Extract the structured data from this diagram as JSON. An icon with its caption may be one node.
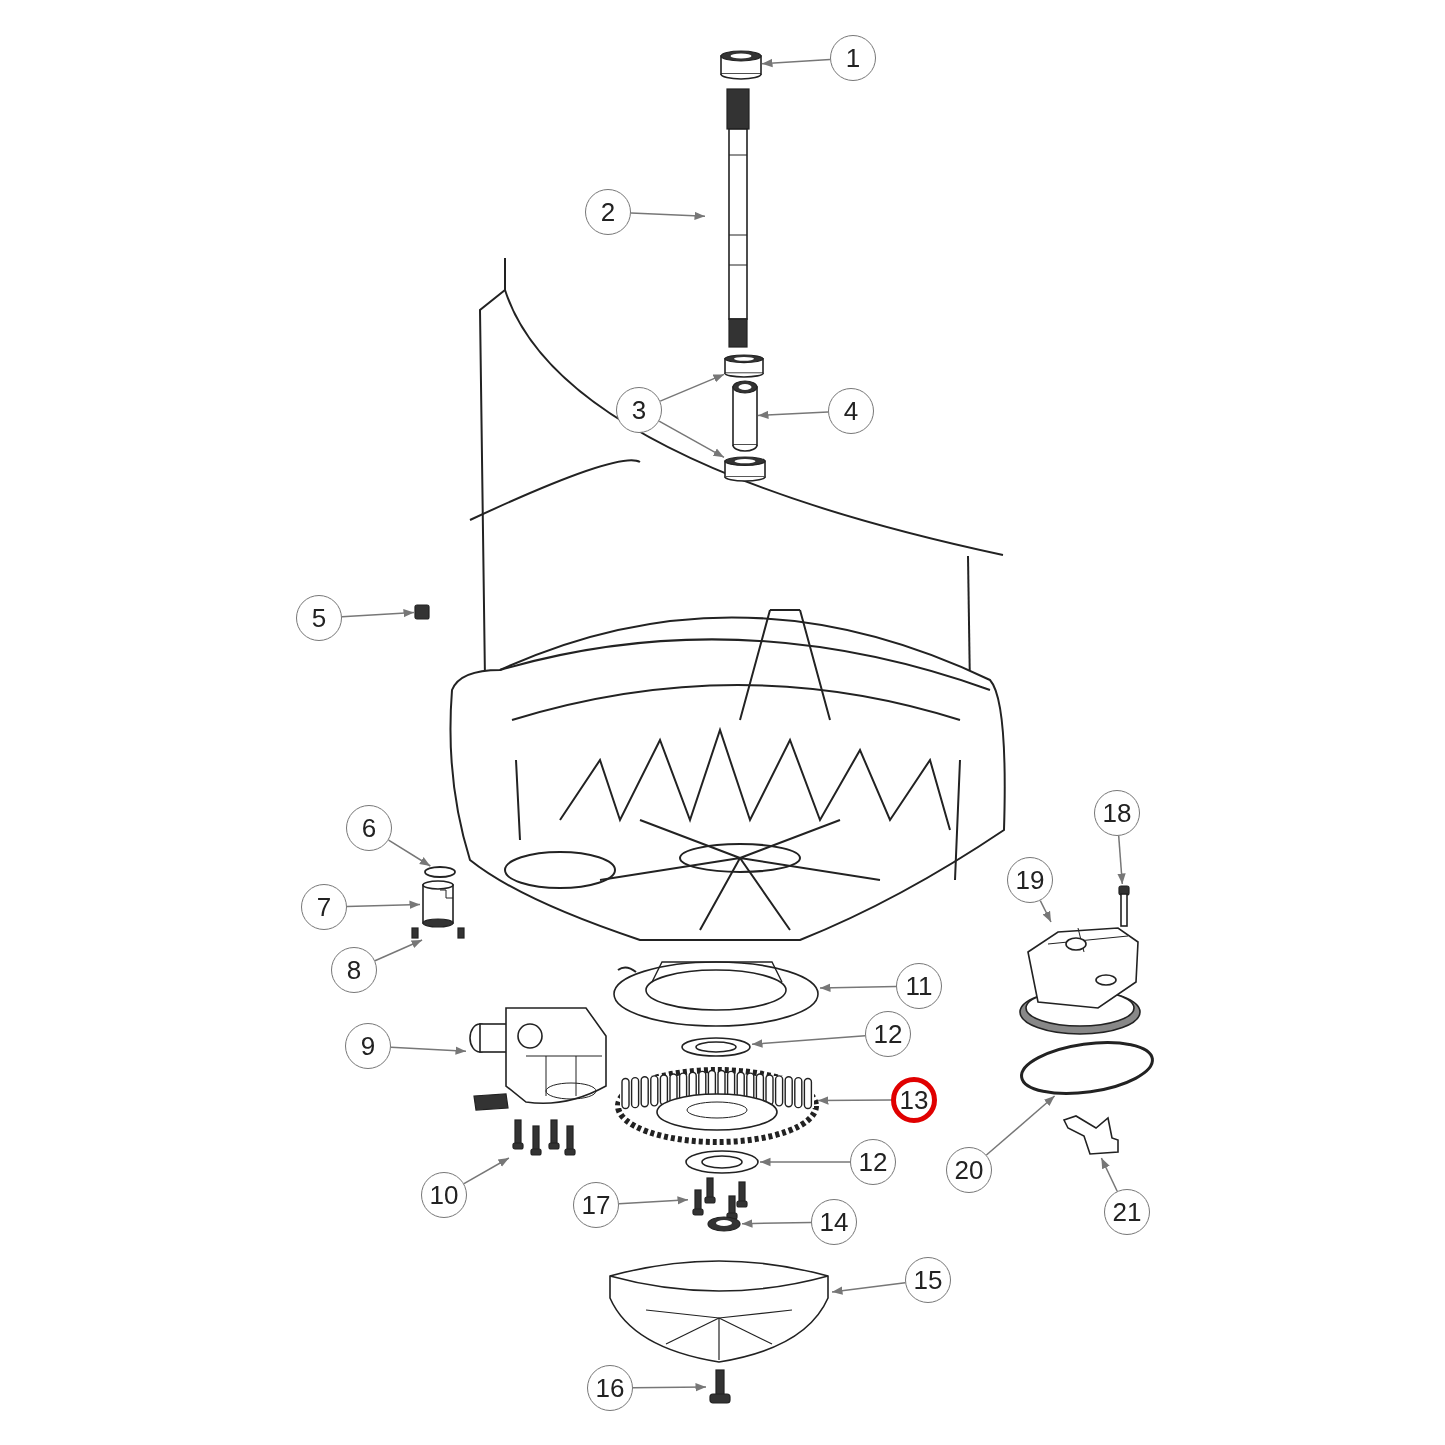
{
  "diagram": {
    "nodes": [
      {
        "text": [
          "1"
        ]
      },
      {
        "text": [
          "2"
        ]
      },
      {
        "text": [
          "3"
        ]
      },
      {
        "text": [
          "4"
        ]
      },
      {
        "text": [
          "5"
        ]
      },
      {
        "text": [
          "6"
        ]
      },
      {
        "text": [
          "7"
        ]
      },
      {
        "text": [
          "8"
        ]
      },
      {
        "text": [
          "9"
        ]
      },
      {
        "text": [
          "10"
        ]
      },
      {
        "text": [
          "11"
        ]
      },
      {
        "text": [
          "12"
        ]
      },
      {
        "text": [
          "13"
        ]
      },
      {
        "text": [
          "12"
        ]
      },
      {
        "text": [
          "17"
        ]
      },
      {
        "text": [
          "14"
        ]
      },
      {
        "text": [
          "15"
        ]
      },
      {
        "text": [
          "16"
        ]
      },
      {
        "text": [
          "18"
        ]
      },
      {
        "text": [
          "19"
        ]
      },
      {
        "text": [
          "20"
        ]
      },
      {
        "text": [
          "21"
        ]
      },
      {
        "text": [],
        "shape": "cylinder"
      },
      {
        "text": [],
        "shape": "picture"
      },
      {
        "text": [],
        "shape": "cylinder"
      },
      {
        "text": [],
        "shape": "cylinder"
      },
      {
        "text": [],
        "shape": "cylinder"
      },
      {
        "text": [],
        "shape": "box"
      },
      {
        "text": [],
        "shape": "ring"
      },
      {
        "text": [],
        "shape": "picture"
      },
      {
        "text": [],
        "shape": "picture"
      },
      {
        "text": [],
        "shape": "picture"
      },
      {
        "text": [],
        "shape": "picture"
      },
      {
        "text": [],
        "shape": "picture"
      },
      {
        "text": [],
        "shape": "picture"
      },
      {
        "text": [],
        "shape": "picture"
      },
      {
        "text": [],
        "shape": "picture"
      },
      {
        "text": [],
        "shape": "picture"
      },
      {
        "text": [],
        "shape": "picture"
      },
      {
        "text": [],
        "shape": "picture"
      },
      {
        "text": [],
        "shape": "picture"
      },
      {
        "text": [],
        "shape": "picture"
      },
      {
        "text": [],
        "shape": "picture"
      },
      {
        "text": [],
        "shape": "picture"
      },
      {
        "text": [],
        "shape": "picture"
      }
    ],
    "edges": [
      {
        "from": 0,
        "to": 22,
        "arrow": "to"
      },
      {
        "from": 1,
        "to": 23,
        "arrow": "to"
      },
      {
        "from": 2,
        "to": 24,
        "arrow": "to"
      },
      {
        "from": 2,
        "to": 26,
        "arrow": "to"
      },
      {
        "from": 3,
        "to": 25,
        "arrow": "to"
      },
      {
        "from": 4,
        "to": 27,
        "arrow": "to"
      },
      {
        "from": 5,
        "to": 28,
        "arrow": "to"
      },
      {
        "from": 6,
        "to": 29,
        "arrow": "to"
      },
      {
        "from": 7,
        "to": 30,
        "arrow": "to"
      },
      {
        "from": 8,
        "to": 31,
        "arrow": "to"
      },
      {
        "from": 9,
        "to": 32,
        "arrow": "to"
      },
      {
        "from": 10,
        "to": 33,
        "arrow": "to"
      },
      {
        "from": 11,
        "to": 34,
        "arrow": "to"
      },
      {
        "from": 12,
        "to": 35,
        "arrow": "to"
      },
      {
        "from": 13,
        "to": 36,
        "arrow": "to"
      },
      {
        "from": 14,
        "to": 37,
        "arrow": "to"
      },
      {
        "from": 15,
        "to": 38,
        "arrow": "to"
      },
      {
        "from": 16,
        "to": 39,
        "arrow": "to"
      },
      {
        "from": 17,
        "to": 40,
        "arrow": "to"
      },
      {
        "from": 18,
        "to": 41,
        "arrow": "to"
      },
      {
        "from": 19,
        "to": 42,
        "arrow": "to"
      },
      {
        "from": 20,
        "to": 43,
        "arrow": "to"
      },
      {
        "from": 21,
        "to": 44,
        "arrow": "to"
      }
    ]
  }
}
